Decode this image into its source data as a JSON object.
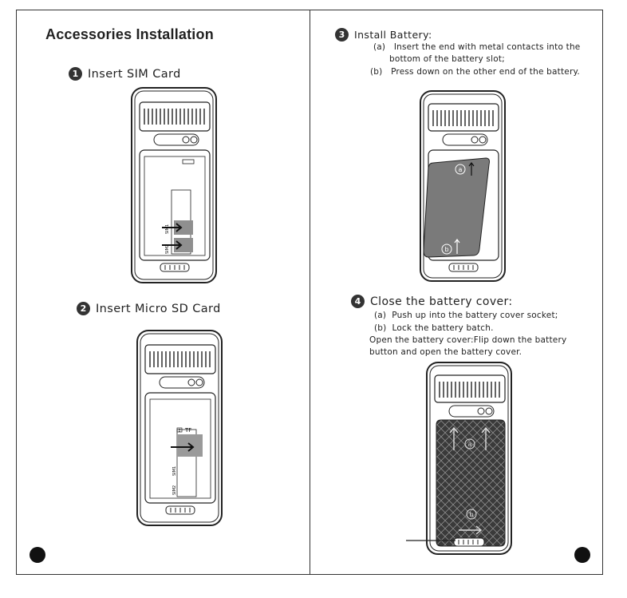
{
  "page": {
    "title": "Accessories Installation"
  },
  "steps": [
    {
      "number": "1",
      "label": "Insert SIM Card"
    },
    {
      "number": "2",
      "label": "Insert Micro SD Card"
    },
    {
      "number": "3",
      "label": "Install Battery:",
      "lines": [
        "(a)   Insert the end with metal contacts into the",
        "bottom of the battery slot;",
        "(b)   Press down on the other end of the battery."
      ]
    },
    {
      "number": "4",
      "label": "Close the battery cover:",
      "lines": [
        "(a)  Push up into the battery cover socket;",
        "(b)  Lock the battery batch.",
        "Open the battery cover:Flip down the battery",
        "button and open the battery cover."
      ]
    }
  ],
  "figure_labels": {
    "sim1": "SIM1",
    "sim2": "SIM2",
    "tf": "TF",
    "tf_number": "2",
    "sim_number": "2",
    "marker_a": "a",
    "marker_b": "b"
  },
  "colors": {
    "ink": "#222222",
    "battery": "#7a7a7a",
    "cover": "#3a3a3a",
    "card": "#9a9a9a"
  }
}
